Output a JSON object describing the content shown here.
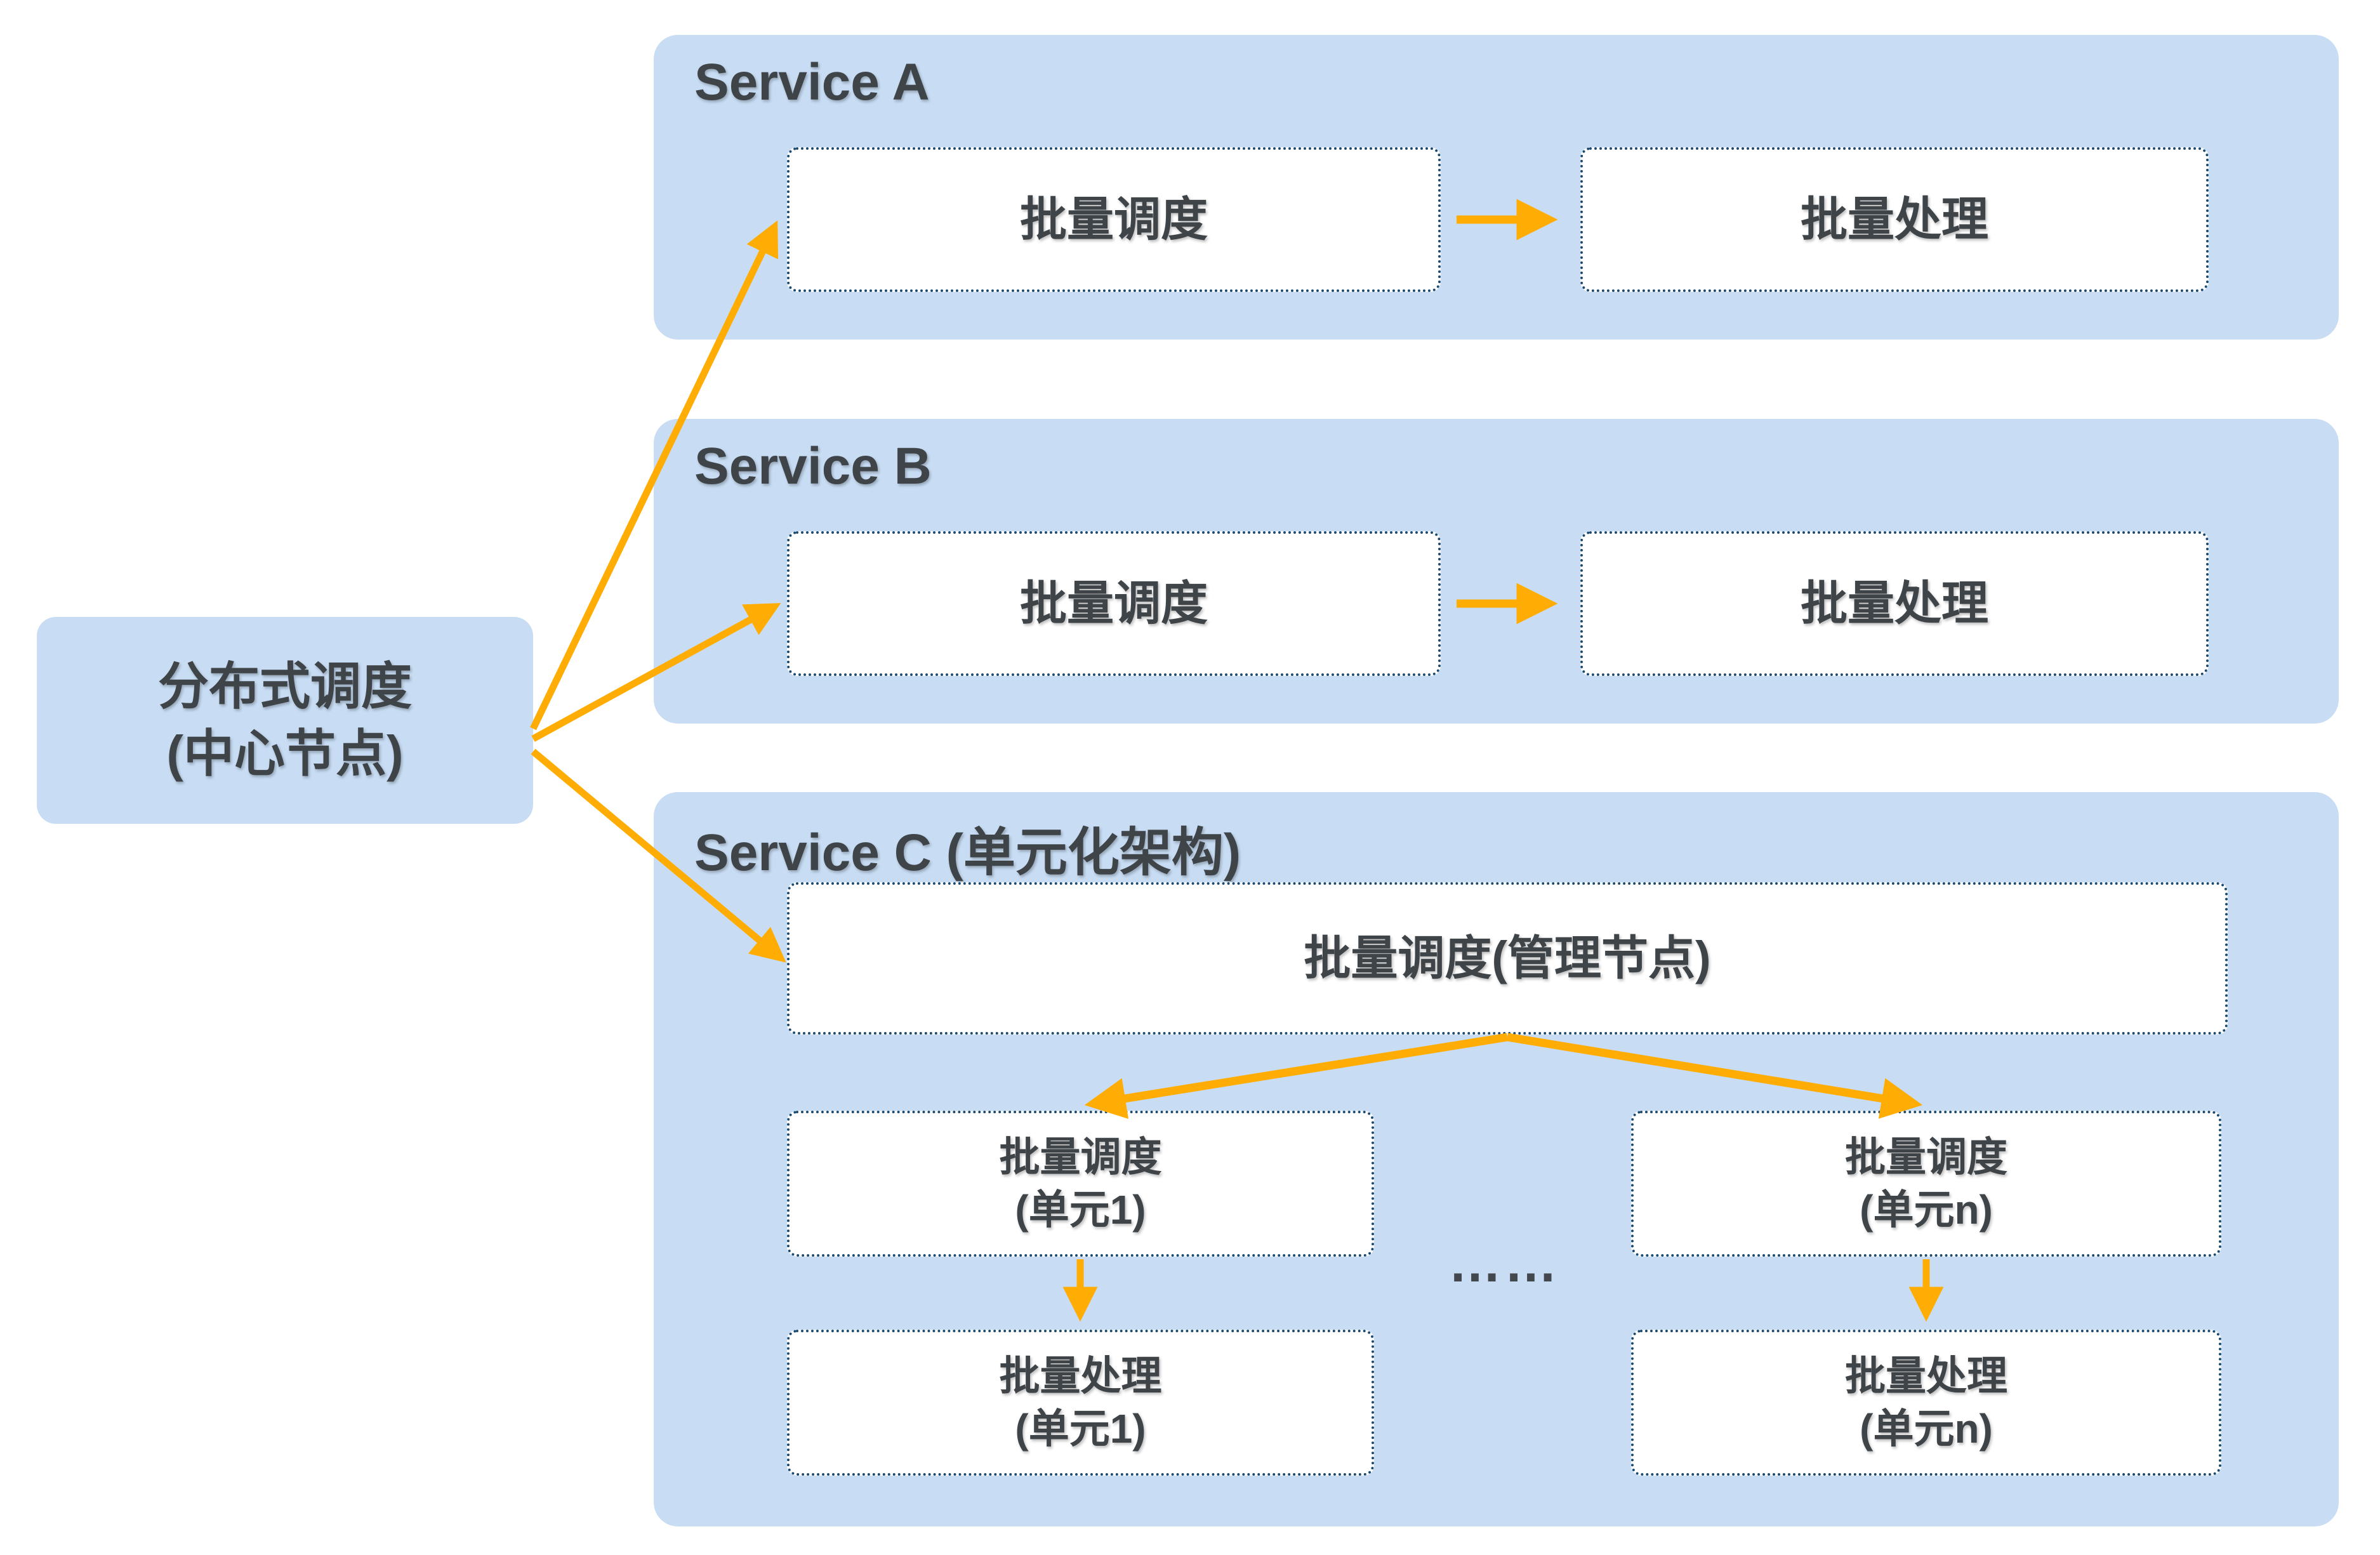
{
  "colors": {
    "panel_blue": "#c8ddf4",
    "node_background": "#ffffff",
    "node_border_navy": "#1b4a70",
    "arrow_orange": "#ffad05",
    "text_dark": "#3f4449",
    "canvas_background": "#ffffff"
  },
  "central_node": {
    "line1": "分布式调度",
    "line2": "(中心节点)"
  },
  "services": [
    {
      "title": "Service A",
      "scheduler": "批量调度",
      "processor": "批量处理"
    },
    {
      "title": "Service B",
      "scheduler": "批量调度",
      "processor": "批量处理"
    },
    {
      "title": "Service C (单元化架构)",
      "management": "批量调度(管理节点)",
      "units": [
        {
          "scheduler_line1": "批量调度",
          "scheduler_line2": "(单元1)",
          "processor_line1": "批量处理",
          "processor_line2": "(单元1)"
        },
        {
          "scheduler_line1": "批量调度",
          "scheduler_line2": "(单元n)",
          "processor_line1": "批量处理",
          "processor_line2": "(单元n)"
        }
      ],
      "ellipsis": "……"
    }
  ]
}
